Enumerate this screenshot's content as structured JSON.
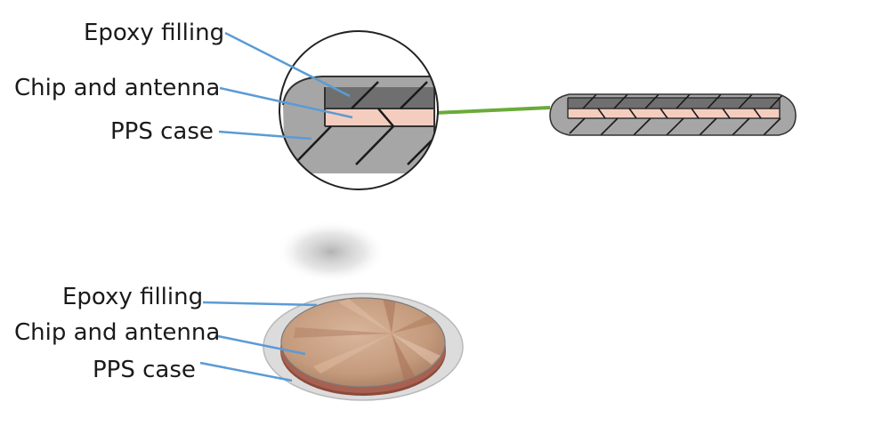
{
  "top_labels": {
    "epoxy": "Epoxy filling",
    "chip": "Chip and antenna",
    "case": "PPS case"
  },
  "bottom_labels": {
    "epoxy": "Epoxy filling",
    "chip": "Chip and antenna",
    "case": "PPS case"
  },
  "colors": {
    "leader": "#5b9bd5",
    "connector": "#6aaa3a",
    "case_fill": "#a6a6a6",
    "epoxy_fill": "#6f6f6f",
    "chip_fill": "#f5cdbf",
    "disc_top": "#caa285",
    "disc_edge": "#8a4a3c"
  }
}
